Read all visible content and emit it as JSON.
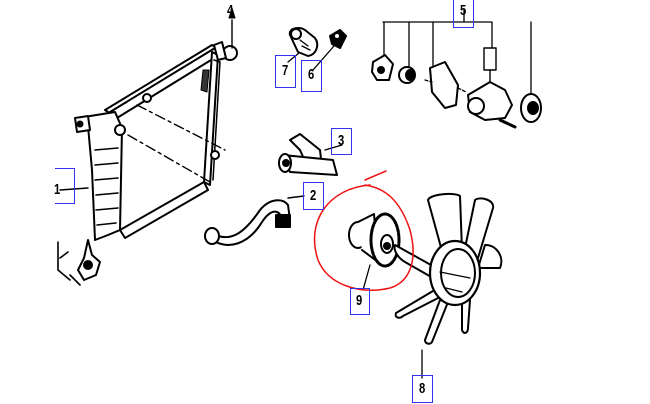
{
  "diagram": {
    "type": "exploded-parts-diagram",
    "subject": "engine cooling system",
    "colors": {
      "line_art": "#000000",
      "label_box": "#3333ee",
      "annotation_circle": "#ee1111",
      "background": "#ffffff"
    },
    "parts": [
      {
        "id": "1",
        "label": "1",
        "part": "radiator"
      },
      {
        "id": "2",
        "label": "2",
        "part": "lower radiator hose"
      },
      {
        "id": "3",
        "label": "3",
        "part": "upper radiator hose"
      },
      {
        "id": "4",
        "label": "4",
        "part": "radiator cap"
      },
      {
        "id": "5",
        "label": "5",
        "part": "thermostat / water outlet assembly"
      },
      {
        "id": "6",
        "label": "6",
        "part": "temperature sender"
      },
      {
        "id": "7",
        "label": "7",
        "part": "coolant temperature switch"
      },
      {
        "id": "8",
        "label": "8",
        "part": "fan blade"
      },
      {
        "id": "9",
        "label": "9",
        "part": "fan clutch"
      }
    ],
    "annotation": {
      "type": "hand-drawn-circle",
      "encloses": "9"
    }
  }
}
